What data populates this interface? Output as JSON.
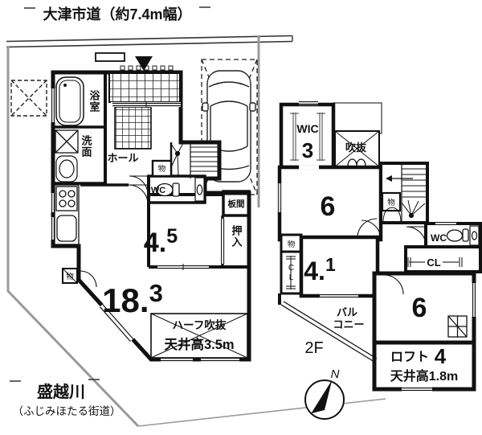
{
  "title_road": "大津市道（約7.4m幅）",
  "floor1": {
    "bath": "浴室",
    "wash": "洗面",
    "hall": "ホール",
    "wc": "WC",
    "stair_storage": "物",
    "back_storage": "物",
    "room45_main": "4.",
    "room45_sup": "5",
    "itanoma": "板間",
    "oshiire": "押入",
    "ldk_main": "18.",
    "ldk_sup": "3",
    "half_void": "ハーフ吹抜",
    "ceiling_height": "天井高3.5m"
  },
  "floor2": {
    "label": "2F",
    "wic": "WIC",
    "wic_size": "3",
    "void": "吹抜",
    "stair_storage": "物",
    "west_storage": "物",
    "west_closet": "CL",
    "room6_north": "6",
    "room41_main": "4.",
    "room41_sup": "1",
    "balcony_line1": "バル",
    "balcony_line2": "コニー",
    "wc": "WC",
    "closet": "CL",
    "room6_south": "6",
    "loft": "ロフト",
    "loft_size": "4",
    "loft_ceiling": "天井高1.8m"
  },
  "site": {
    "river": "盛越川",
    "river_road": "（ふじみほたる街道）",
    "compass_north": "N"
  }
}
